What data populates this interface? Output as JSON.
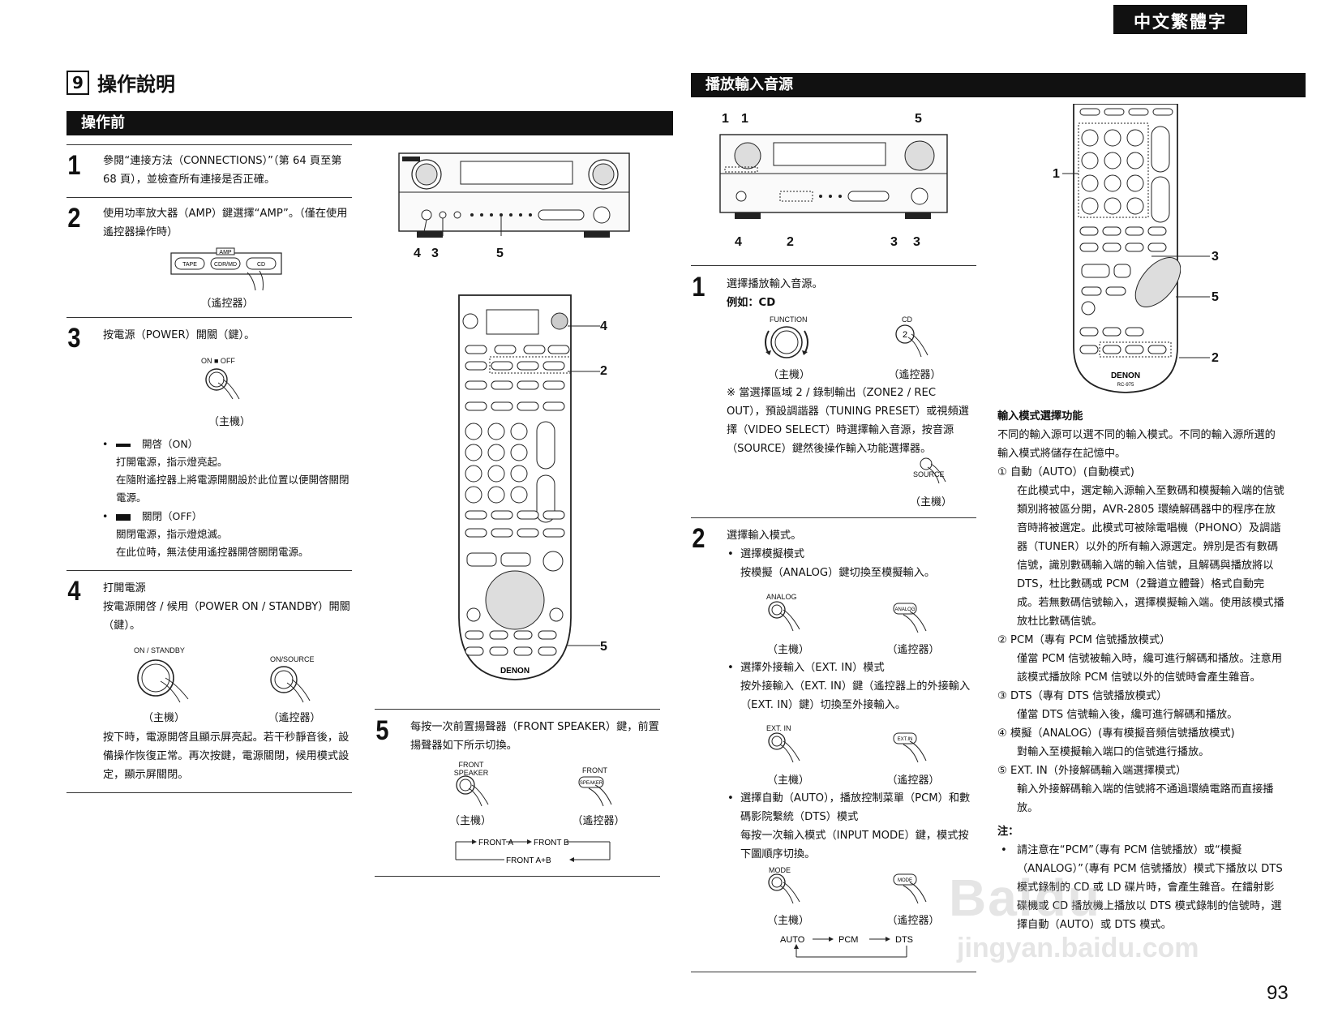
{
  "lang_tab": "中文繁體字",
  "section": {
    "number": "9",
    "title": "操作說明"
  },
  "left": {
    "bar": "操作前",
    "steps": [
      {
        "num": "1",
        "text": "參閱“連接方法（CONNECTIONS）”（第 64 頁至第 68 頁），並檢查所有連接是否正確。"
      },
      {
        "num": "2",
        "text": "使用功率放大器（AMP）鍵選擇“AMP”。（僅在使用遙控器操作時）",
        "caption": "（遙控器）",
        "keys": {
          "amp": "AMP",
          "tape": "TAPE",
          "cdr": "CDR/MD",
          "cd": "CD"
        }
      },
      {
        "num": "3",
        "text": "按電源（POWER）開關（鍵）。",
        "onoff": "ON ■ OFF",
        "caption": "（主機）",
        "bullets": [
          {
            "title": "開啓（ON）",
            "lines": [
              "打開電源，指示燈亮起。",
              "在隨附遙控器上將電源開關設於此位置以便開啓關閉電源。"
            ]
          },
          {
            "title": "關閉（OFF）",
            "lines": [
              "關閉電源，指示燈熄滅。",
              "在此位時，無法使用遙控器開啓關閉電源。"
            ]
          }
        ]
      },
      {
        "num": "4",
        "title": "打開電源",
        "text": "按電源開啓 / 候用（POWER ON / STANDBY）開關（鍵）。",
        "label_main": "ON / STANDBY",
        "label_remote": "ON/SOURCE",
        "cap_main": "（主機）",
        "cap_remote": "（遙控器）",
        "after": "按下時，電源開啓且顯示屏亮起。若干秒靜音後，設備操作恢復正常。再次按鍵，電源關閉，候用模式設定，顯示屏關閉。"
      }
    ]
  },
  "middle": {
    "callouts_top": {
      "a": "4",
      "b": "3",
      "c": "5"
    },
    "callouts_remote": {
      "a": "4",
      "b": "2",
      "c": "5"
    },
    "remote_brand": "DENON",
    "remote_model": "RC-975",
    "step5": {
      "num": "5",
      "text": "每按一次前置揚聲器（FRONT SPEAKER）鍵，前置揚聲器如下所示切換。",
      "label_main": "FRONT SPEAKER",
      "label_remote": "SPEAKER",
      "cap_main": "（主機）",
      "cap_remote": "（遙控器）",
      "flow": {
        "a": "FRONT A",
        "b": "FRONT B",
        "c": "FRONT A+B"
      }
    }
  },
  "right": {
    "bar": "播放輸入音源",
    "callouts_unit": {
      "t1": "1",
      "t2": "1",
      "t5": "5",
      "b4": "4",
      "b2": "2",
      "b3a": "3",
      "b3b": "3"
    },
    "callouts_remote": {
      "r1": "1",
      "r3": "3",
      "r5": "5",
      "r2": "2"
    },
    "step1": {
      "num": "1",
      "text": "選擇播放輸入音源。",
      "example": "例如：CD",
      "label_function": "FUNCTION",
      "label_cd": "CD",
      "cap_main": "（主機）",
      "cap_remote": "（遙控器）",
      "note": "※ 當選擇區域 2 / 錄制輸出（ZONE2 / REC OUT），預設調諧器（TUNING PRESET）或視頻選擇（VIDEO SELECT）時選擇輸入音源，按音源（SOURCE）鍵然後操作輸入功能選擇器。",
      "label_source": "SOURCE",
      "cap_source": "（主機）"
    },
    "step2": {
      "num": "2",
      "text": "選擇輸入模式。",
      "b1_title": "選擇模擬模式",
      "b1_text": "按模擬（ANALOG）鍵切換至模擬輸入。",
      "label_analog": "ANALOG",
      "label_analog_r": "ANALOG",
      "b2_title": "選擇外接輸入（EXT. IN）模式",
      "b2_text": "按外接輸入（EXT. IN）鍵（遙控器上的外接輸入（EXT. IN）鍵）切換至外接輸入。",
      "label_extin": "EXT. IN",
      "label_extin_r": "EXT.IN",
      "b3_title": "選擇自動（AUTO），播放控制菜單（PCM）和數碼影院繫統（DTS）模式",
      "b3_text": "每按一次輸入模式（INPUT MODE）鍵，模式按下圖順序切換。",
      "label_mode": "MODE",
      "label_mode_r": "MODE",
      "cap_main": "（主機）",
      "cap_remote": "（遙控器）",
      "flow": {
        "a": "AUTO",
        "b": "PCM",
        "c": "DTS"
      }
    },
    "feature": {
      "title": "輸入模式選擇功能",
      "intro": "不同的輸入源可以選不同的輸入模式。不同的輸入源所選的輸入模式將儲存在記憶中。",
      "items": [
        {
          "head": "① 自動（AUTO）(自動模式)",
          "body": "在此模式中，選定輸入源輸入至數碼和模擬輸入端的信號類別將被區分開，AVR-2805 環繞解碼器中的程序在放音時將被選定。此模式可被除電唱機（PHONO）及調諧器（TUNER）以外的所有輸入源選定。辨別是否有數碼信號，識別數碼輸入端的輸入信號，且解碼與播放將以 DTS，杜比數碼或 PCM（2聲道立體聲）格式自動完成。若無數碼信號輸入，選擇模擬輸入端。使用該模式播放杜比數碼信號。"
        },
        {
          "head": "② PCM（專有 PCM 信號播放模式）",
          "body": "僅當 PCM 信號被輸入時，纔可進行解碼和播放。注意用該模式播放除 PCM 信號以外的信號時會產生雜音。"
        },
        {
          "head": "③ DTS（專有 DTS 信號播放模式）",
          "body": "僅當 DTS 信號輸入後，纔可進行解碼和播放。"
        },
        {
          "head": "④ 模擬（ANALOG）(專有模擬音頻信號播放模式)",
          "body": "對輸入至模擬輸入端口的信號進行播放。"
        },
        {
          "head": "⑤ EXT. IN（外接解碼輸入端選擇模式）",
          "body": "輸入外接解碼輸入端的信號將不通過環繞電路而直接播放。"
        }
      ],
      "note_title": "注：",
      "note": "請注意在“PCM”（專有 PCM 信號播放）或“模擬（ANALOG）”（專有 PCM 信號播放）模式下播放以 DTS 模式錄制的 CD 或 LD 碟片時，會產生雜音。在鐳射影碟機或 CD 播放機上播放以 DTS 模式錄制的信號時，選擇自動（AUTO）或 DTS 模式。"
    }
  },
  "watermark": {
    "brand": "Baidu",
    "sub": "jingyan.baidu.com"
  },
  "page_number": "93"
}
